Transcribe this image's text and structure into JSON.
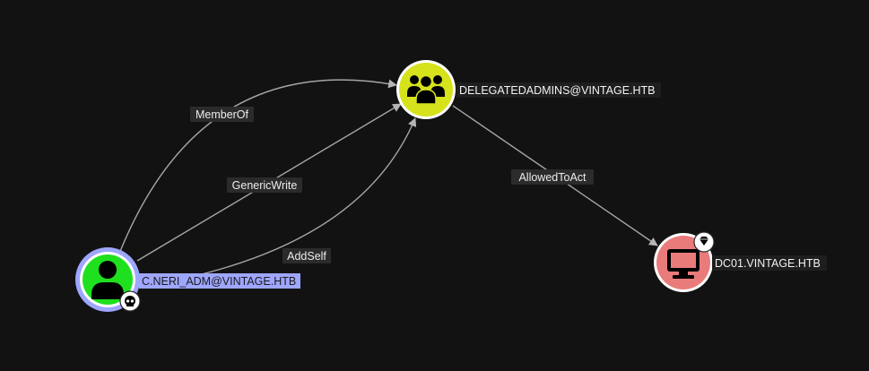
{
  "colors": {
    "background": "#121212",
    "edge": "#a6a6a6",
    "selected_highlight": "#9ea6ff",
    "label_bg": "#2b2b2b"
  },
  "nodes": {
    "c_neri_adm": {
      "label": "C.NERI_ADM@VINTAGE.HTB",
      "fill": "#1fe01f",
      "icon": "user-icon",
      "badge": "skull-icon",
      "selected": true
    },
    "delegatedadmins": {
      "label": "DELEGATEDADMINS@VINTAGE.HTB",
      "fill": "#d6e21c",
      "icon": "group-icon"
    },
    "dc01": {
      "label": "DC01.VINTAGE.HTB",
      "fill": "#ea7b7b",
      "icon": "computer-icon",
      "badge": "gem-icon"
    }
  },
  "edges": {
    "member_of": {
      "label": "MemberOf"
    },
    "generic_write": {
      "label": "GenericWrite"
    },
    "add_self": {
      "label": "AddSelf"
    },
    "allowed_to_act": {
      "label": "AllowedToAct"
    }
  }
}
